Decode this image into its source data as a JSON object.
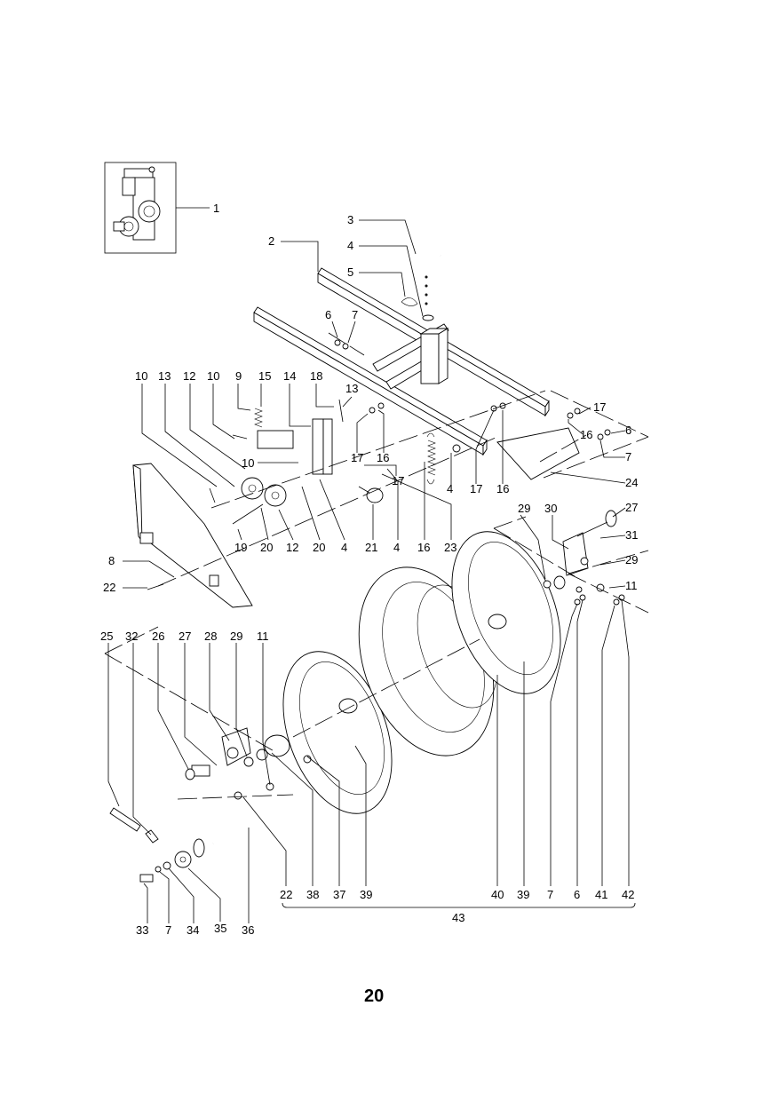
{
  "page_number": "20",
  "assembly_label": "43",
  "labels": {
    "p1": "1",
    "p2": "2",
    "p3": "3",
    "p4a": "4",
    "p5": "5",
    "p6a": "6",
    "p7a": "7",
    "p10a": "10",
    "p13a": "13",
    "p12a": "12",
    "p10b": "10",
    "p9": "9",
    "p15": "15",
    "p14": "14",
    "p18": "18",
    "p13b": "13",
    "p17a": "17",
    "p16a": "16",
    "p6b": "6",
    "p7b": "7",
    "p10c": "10",
    "p17b": "17",
    "p16b": "16",
    "p17c": "17",
    "p4b": "4",
    "p17d": "17",
    "p16c": "16",
    "p24": "24",
    "p8": "8",
    "p22a": "22",
    "p19": "19",
    "p20a": "20",
    "p12b": "12",
    "p20b": "20",
    "p4c": "4",
    "p21": "21",
    "p4d": "4",
    "p16d": "16",
    "p23": "23",
    "p29a": "29",
    "p30": "30",
    "p27a": "27",
    "p31": "31",
    "p29b": "29",
    "p11a": "11",
    "p25": "25",
    "p32": "32",
    "p26": "26",
    "p27b": "27",
    "p28": "28",
    "p29c": "29",
    "p11b": "11",
    "p22b": "22",
    "p38": "38",
    "p37": "37",
    "p39a": "39",
    "p40": "40",
    "p39b": "39",
    "p7c": "7",
    "p6c": "6",
    "p41": "41",
    "p42": "42",
    "p33": "33",
    "p7d": "7",
    "p34": "34",
    "p35": "35",
    "p36": "36"
  }
}
